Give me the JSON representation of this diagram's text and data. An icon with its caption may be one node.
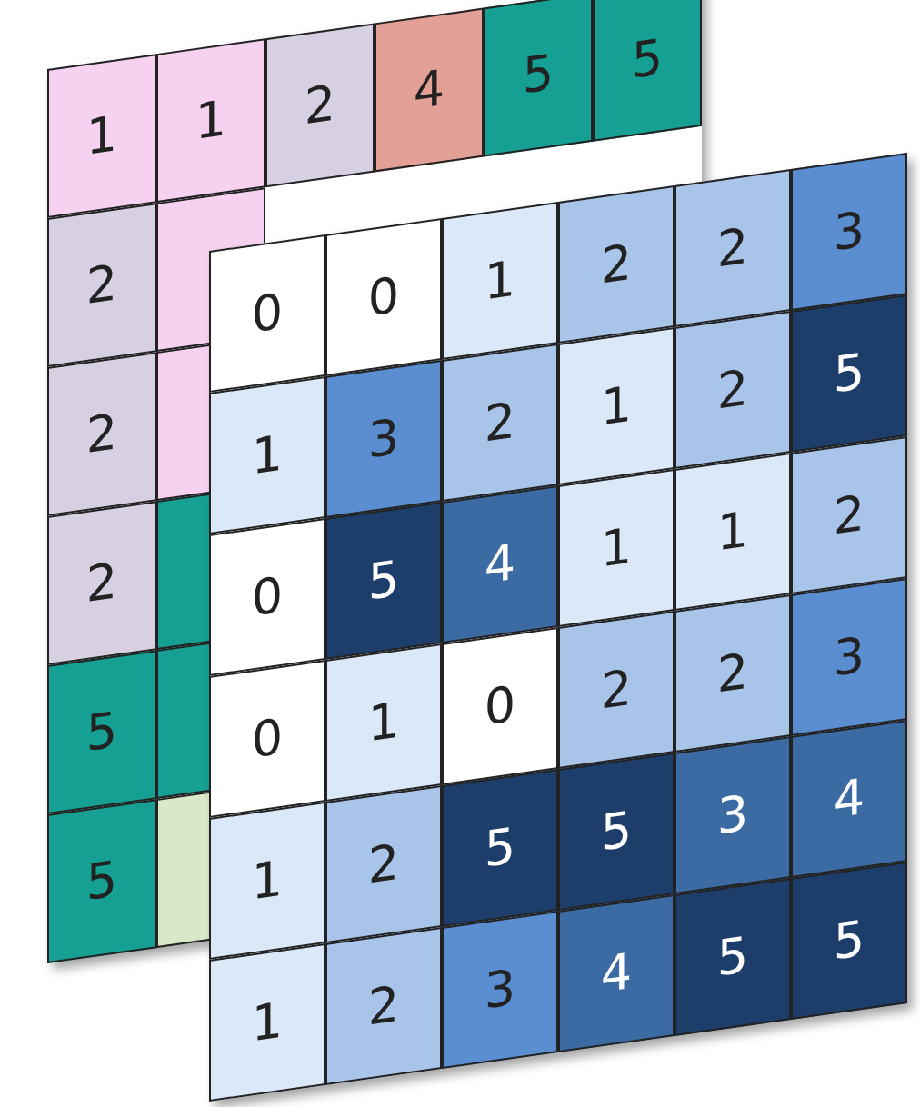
{
  "diagram": {
    "labels": [
      "1",
      "1",
      "2",
      "4",
      "5",
      "5",
      "2",
      "2",
      "2",
      "5",
      "5",
      "0",
      "0",
      "1",
      "2",
      "2",
      "3",
      "1",
      "3",
      "2",
      "1",
      "2",
      "5",
      "0",
      "5",
      "4",
      "1",
      "1",
      "2",
      "0",
      "1",
      "0",
      "2",
      "2",
      "3",
      "1",
      "2",
      "5",
      "5",
      "3",
      "4",
      "1",
      "2",
      "3",
      "4",
      "5",
      "5"
    ]
  }
}
